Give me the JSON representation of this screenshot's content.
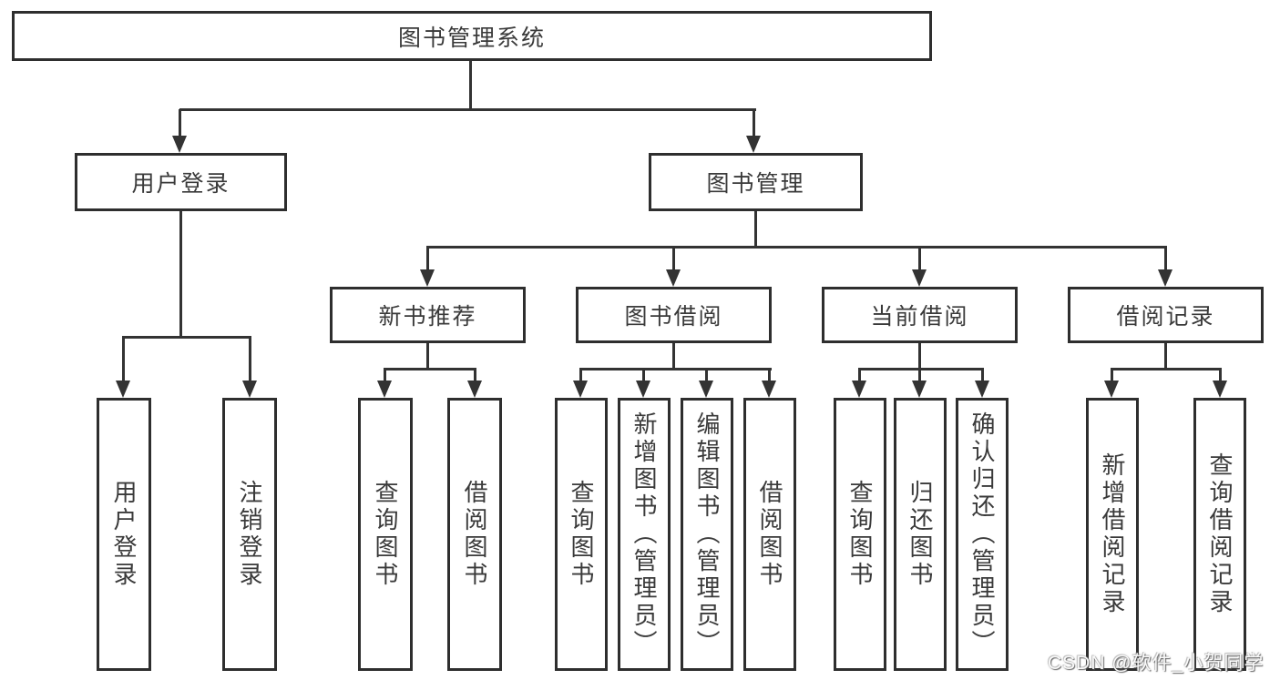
{
  "tree": {
    "label": "图书管理系统",
    "children": [
      {
        "label": "用户登录",
        "children": [
          {
            "label": "用户登录"
          },
          {
            "label": "注销登录"
          }
        ]
      },
      {
        "label": "图书管理",
        "children": [
          {
            "label": "新书推荐",
            "children": [
              {
                "label": "查询图书"
              },
              {
                "label": "借阅图书"
              }
            ]
          },
          {
            "label": "图书借阅",
            "children": [
              {
                "label": "查询图书"
              },
              {
                "label": "新增图书（管理员）"
              },
              {
                "label": "编辑图书（管理员）"
              },
              {
                "label": "借阅图书"
              }
            ]
          },
          {
            "label": "当前借阅",
            "children": [
              {
                "label": "查询图书"
              },
              {
                "label": "归还图书"
              },
              {
                "label": "确认归还（管理员）"
              }
            ]
          },
          {
            "label": "借阅记录",
            "children": [
              {
                "label": "新增借阅记录"
              },
              {
                "label": "查询借阅记录"
              }
            ]
          }
        ]
      }
    ]
  },
  "watermark": {
    "text": "CSDN @软件_小贺同学"
  },
  "colors": {
    "line": "#333333",
    "border": "#2e2e2e",
    "text": "#3a3a3a",
    "background": "#ffffff",
    "watermark_text": "#ffffff"
  }
}
